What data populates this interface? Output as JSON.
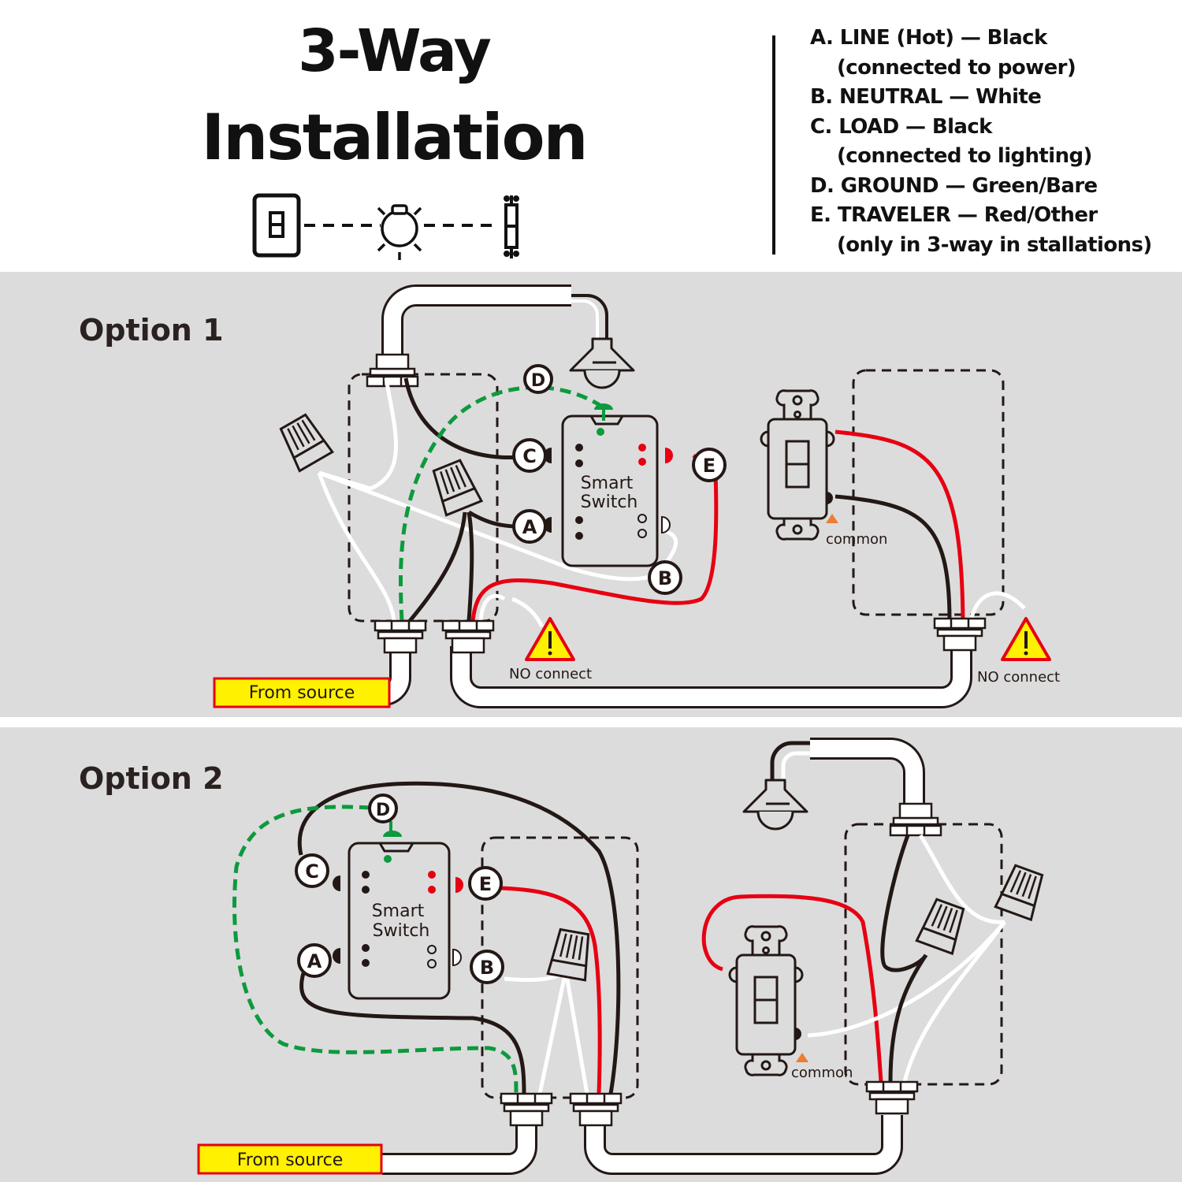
{
  "title": {
    "line1": "3-Way",
    "line2": "Installation"
  },
  "header_icons": [
    "smart-switch-icon",
    "light-bulb-icon",
    "toggle-switch-icon"
  ],
  "legend": [
    {
      "label": "A. LINE (Hot) — Black",
      "note": "(connected to power)"
    },
    {
      "label": "B. NEUTRAL — White",
      "note": ""
    },
    {
      "label": "C. LOAD — Black",
      "note": "(connected to lighting)"
    },
    {
      "label": "D. GROUND — Green/Bare",
      "note": ""
    },
    {
      "label": "E. TRAVELER — Red/Other",
      "note": "(only in 3-way in stallations)"
    }
  ],
  "colors": {
    "background_panel": "#dcdcdc",
    "line_wire": "#231815",
    "neutral_wire": "#ffffff",
    "ground_wire": "#0d9a3d",
    "traveler_wire": "#e60012",
    "warning_fill": "#fff100",
    "warning_border": "#e60012",
    "common_marker": "#ed7d31"
  },
  "option1": {
    "heading": "Option 1",
    "device_label_line1": "Smart",
    "device_label_line2": "Switch",
    "terminals": [
      "A",
      "B",
      "C",
      "D",
      "E"
    ],
    "common_label": "common",
    "no_connect_label": "NO connect",
    "source_label": "From source",
    "warning_symbol": "!"
  },
  "option2": {
    "heading": "Option 2",
    "device_label_line1": "Smart",
    "device_label_line2": "Switch",
    "terminals": [
      "A",
      "B",
      "C",
      "D",
      "E"
    ],
    "common_label": "common",
    "source_label": "From source"
  }
}
